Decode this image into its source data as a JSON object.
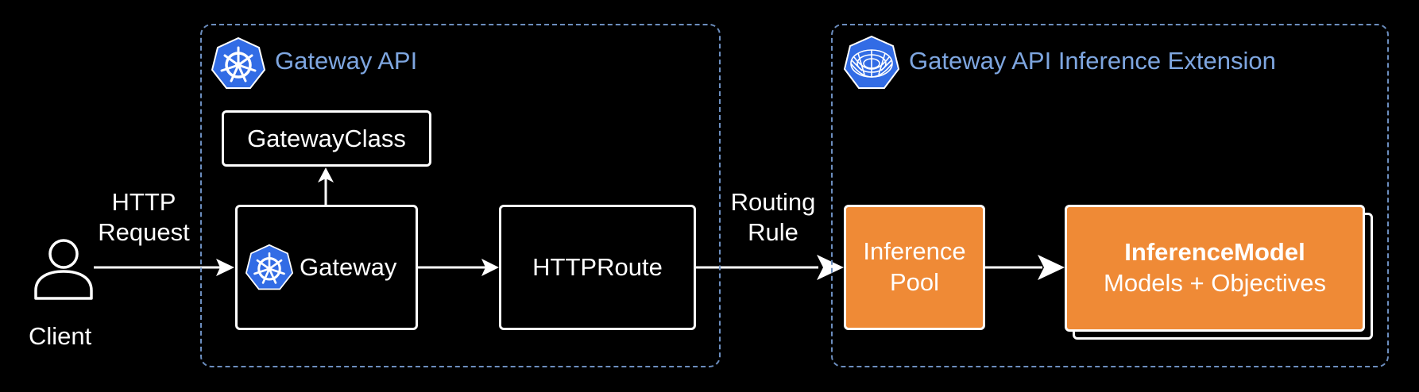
{
  "colors": {
    "background": "#000000",
    "group_border": "#6c8ebf",
    "group_title": "#7ea6e0",
    "orange": "#ef8a36",
    "kubernetes_blue": "#326ce5",
    "white": "#ffffff"
  },
  "client": {
    "icon": "person-icon",
    "label": "Client"
  },
  "request_label": {
    "line1": "HTTP",
    "line2": "Request"
  },
  "gateway_api_group": {
    "icon": "kubernetes-helm-icon",
    "title": "Gateway API",
    "nodes": {
      "gateway_class": "GatewayClass",
      "gateway": "Gateway",
      "http_route": "HTTPRoute"
    }
  },
  "routing_label": {
    "line1": "Routing",
    "line2": "Rule"
  },
  "inference_group": {
    "icon": "inference-extension-icon",
    "title": "Gateway API Inference Extension",
    "inference_pool": {
      "line1": "Inference",
      "line2": "Pool"
    },
    "inference_model": {
      "title": "InferenceModel",
      "subtitle": "Models + Objectives"
    }
  }
}
